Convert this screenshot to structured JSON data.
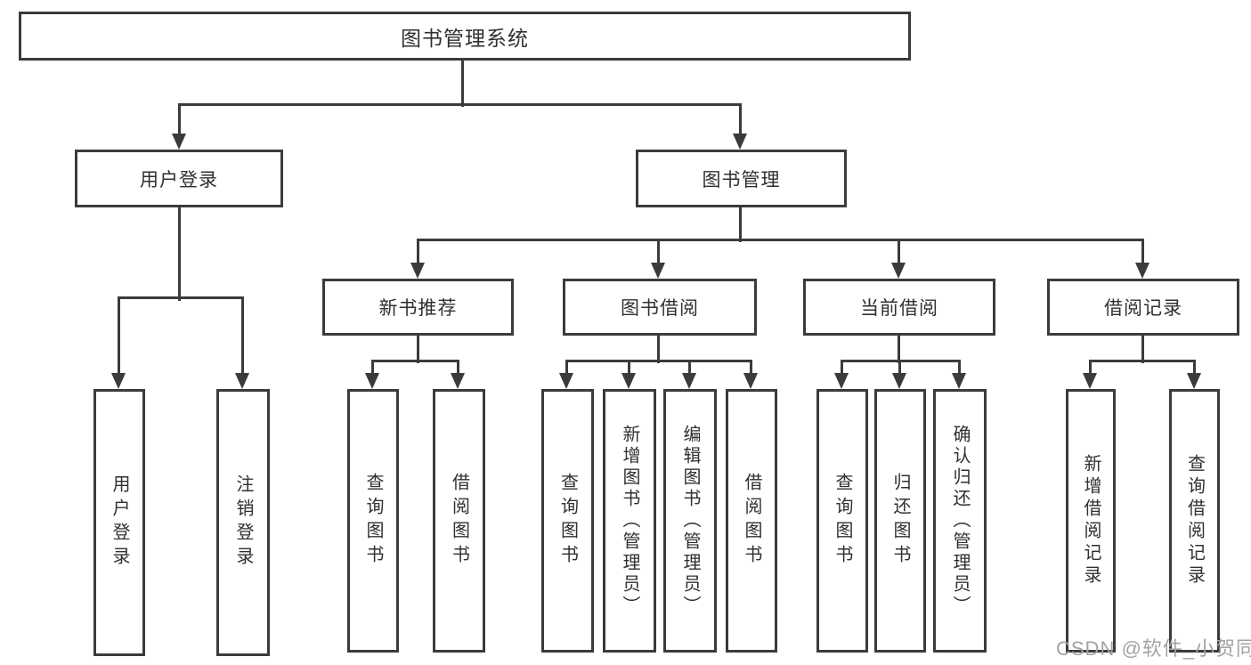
{
  "diagram": {
    "root": {
      "label": "图书管理系统"
    },
    "branches": [
      {
        "label": "用户登录",
        "children": [
          {
            "label": "用户登录"
          },
          {
            "label": "注销登录"
          }
        ]
      },
      {
        "label": "图书管理",
        "children": [
          {
            "label": "新书推荐",
            "children": [
              {
                "label": "查询图书"
              },
              {
                "label": "借阅图书"
              }
            ]
          },
          {
            "label": "图书借阅",
            "children": [
              {
                "label": "查询图书"
              },
              {
                "label": "新增图书（管理员）"
              },
              {
                "label": "编辑图书（管理员）"
              },
              {
                "label": "借阅图书"
              }
            ]
          },
          {
            "label": "当前借阅",
            "children": [
              {
                "label": "查询图书"
              },
              {
                "label": "归还图书"
              },
              {
                "label": "确认归还（管理员）"
              }
            ]
          },
          {
            "label": "借阅记录",
            "children": [
              {
                "label": "新增借阅记录"
              },
              {
                "label": "查询借阅记录"
              }
            ]
          }
        ]
      }
    ],
    "watermark": "CSDN @软件_小贺同学",
    "colors": {
      "line": "#3b3b3b",
      "text": "#303030",
      "watermark": "#a3a3a3",
      "background": "#ffffff"
    }
  }
}
